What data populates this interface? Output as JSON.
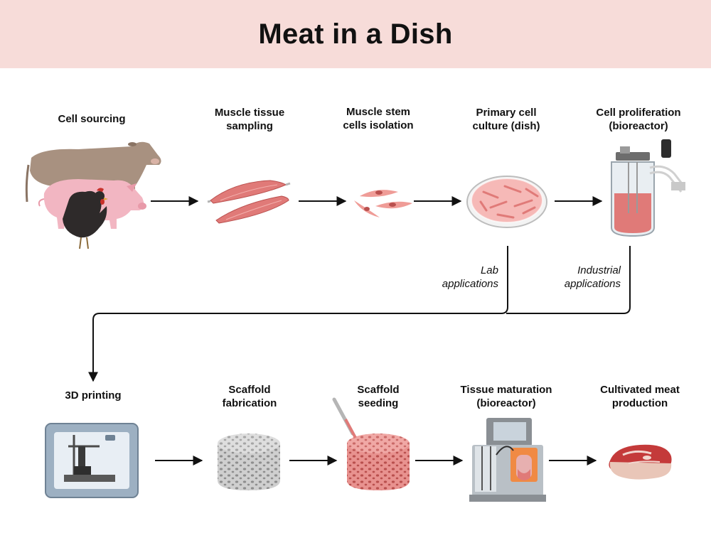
{
  "title": "Meat in a Dish",
  "steps": {
    "cell_sourcing": [
      "Cell sourcing"
    ],
    "muscle_tissue": [
      "Muscle tissue",
      "sampling"
    ],
    "stem_cells": [
      "Muscle stem",
      "cells isolation"
    ],
    "primary_culture": [
      "Primary cell",
      "culture (dish)"
    ],
    "proliferation": [
      "Cell proliferation",
      "(bioreactor)"
    ],
    "printing": [
      "3D printing"
    ],
    "scaffold_fab": [
      "Scaffold",
      "fabrication"
    ],
    "scaffold_seed": [
      "Scaffold",
      "seeding"
    ],
    "maturation": [
      "Tissue maturation",
      "(bioreactor)"
    ],
    "cultivated": [
      "Cultivated meat",
      "production"
    ]
  },
  "branches": {
    "lab": [
      "Lab",
      "applications"
    ],
    "industrial": [
      "Industrial",
      "applications"
    ]
  },
  "colors": {
    "banner": "#f7dcd9",
    "arrow": "#111111",
    "muscle": "#e07a78",
    "scaffold_grey": "#cfcfcf",
    "scaffold_pink": "#e8928f"
  }
}
